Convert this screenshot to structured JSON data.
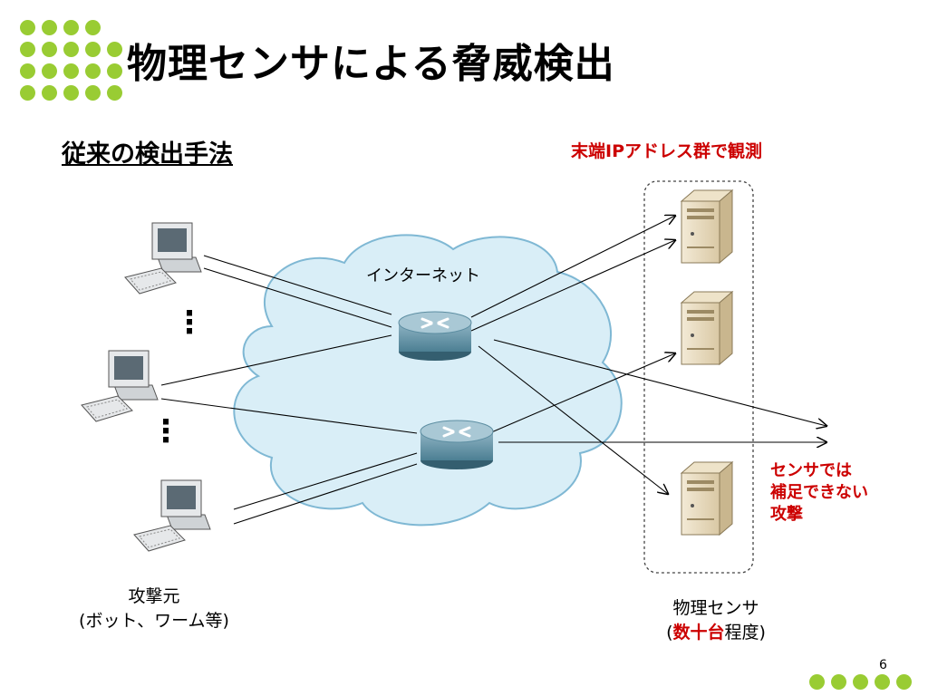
{
  "title": "物理センサによる脅威検出",
  "subtitle": "従来の検出手法",
  "observation_caption": "末端IPアドレス群で観測",
  "internet_label": "インターネット",
  "attackers": {
    "label_line1": "攻撃元",
    "label_line2": "(ボット、ワーム等)",
    "count": 3
  },
  "sensors": {
    "label_line1": "物理センサ",
    "label_prefix": "(",
    "label_highlight": "数十台",
    "label_suffix": "程度)",
    "count": 3
  },
  "uncaptured": {
    "line1": "センサでは",
    "line2": "補足できない",
    "line3": "攻撃"
  },
  "ellipsis_symbol": "⋮",
  "page_number": "6",
  "colors": {
    "accent": "#99cc33",
    "highlight": "#cc0000",
    "cloud_fill": "#d9eef7",
    "cloud_stroke": "#7fb8d4"
  }
}
